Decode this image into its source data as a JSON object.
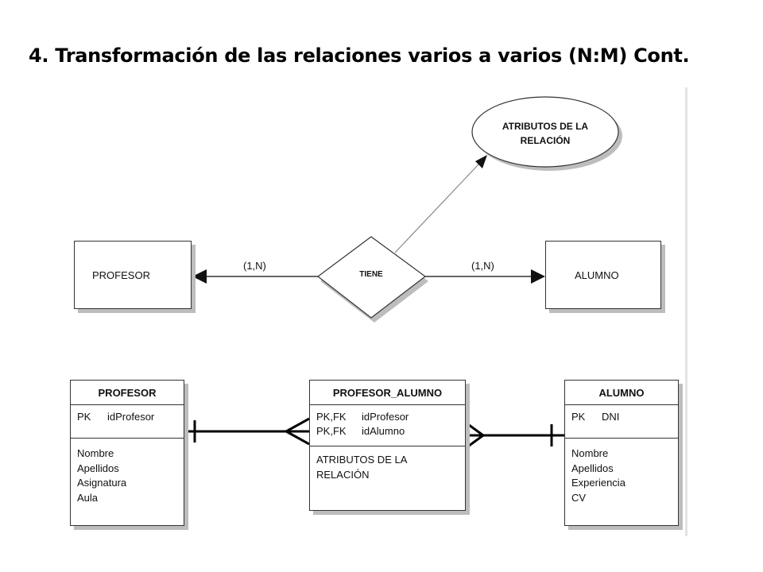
{
  "title": "4. Transformación de las relaciones varios a varios (N:M) Cont.",
  "er_model": {
    "entity_left": "PROFESOR",
    "entity_right": "ALUMNO",
    "relationship": "TIENE",
    "cardinality_left": "(1,N)",
    "cardinality_right": "(1,N)",
    "attribute": {
      "line1": "ATRIBUTOS DE LA",
      "line2": "RELACIÓN"
    }
  },
  "relational_model": {
    "profesor": {
      "name": "PROFESOR",
      "keys": [
        {
          "kind": "PK",
          "field": "idProfesor"
        }
      ],
      "attributes": [
        "Nombre",
        "Apellidos",
        "Asignatura",
        "Aula"
      ]
    },
    "profesor_alumno": {
      "name": "PROFESOR_ALUMNO",
      "keys": [
        {
          "kind": "PK,FK",
          "field": "idProfesor"
        },
        {
          "kind": "PK,FK",
          "field": "idAlumno"
        }
      ],
      "attributes": [
        "ATRIBUTOS DE LA",
        "RELACIÓN"
      ]
    },
    "alumno": {
      "name": "ALUMNO",
      "keys": [
        {
          "kind": "PK",
          "field": "DNI"
        }
      ],
      "attributes": [
        "Nombre",
        "Apellidos",
        "Experiencia",
        "CV"
      ]
    }
  },
  "colors": {
    "line": "#333333",
    "shadow": "#bdbdbd",
    "connector": "#000000"
  }
}
